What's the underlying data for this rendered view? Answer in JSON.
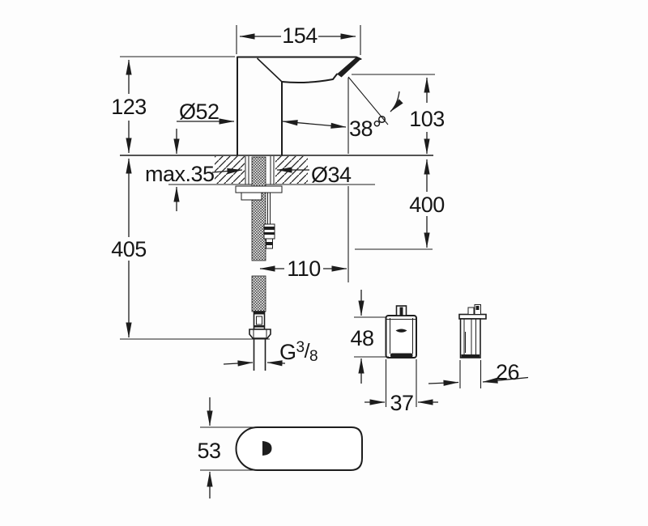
{
  "page": {
    "background": "#ffffff",
    "line_color": "#1d1d1d",
    "text_color": "#161616"
  },
  "dimensions": {
    "spout_width_top": "154",
    "body_height_above_deck": "123",
    "body_diameter": "Ø52",
    "spout_angle": "38°",
    "outlet_height": "103",
    "deck_thickness_max": "max.35",
    "hole_diameter": "Ø34",
    "supply_length_below_deck": "400",
    "hose_length_below_deck": "405",
    "spout_projection": "110",
    "thread_prefix": "G",
    "thread_numerator": "3",
    "thread_slash": "/",
    "thread_denominator": "8",
    "control_box_height": "48",
    "control_box_width": "37",
    "control_box_depth": "26",
    "top_view_width": "53"
  }
}
